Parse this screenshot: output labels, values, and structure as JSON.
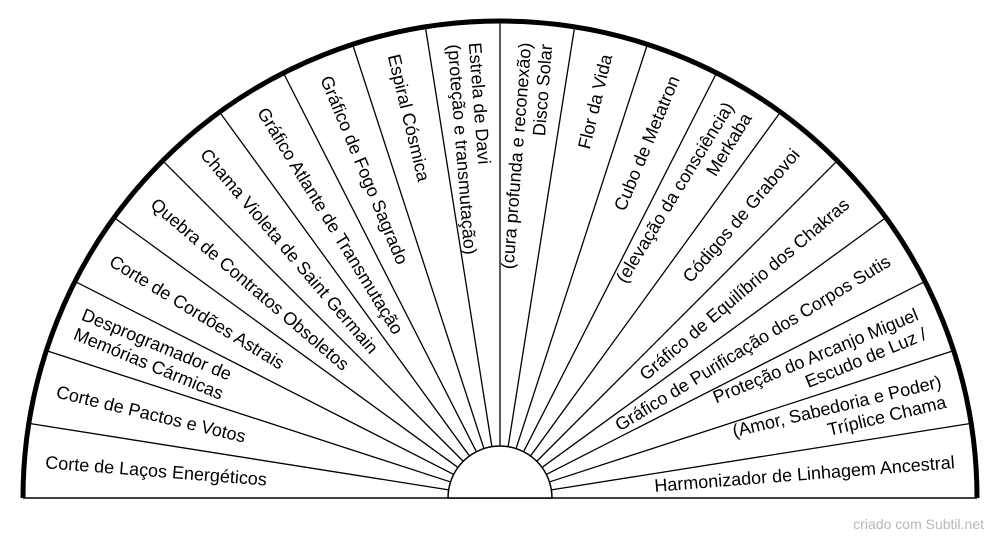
{
  "diagram": {
    "sectors": [
      [
        "Corte de Laços Energéticos"
      ],
      [
        "Corte de Pactos e Votos"
      ],
      [
        "Desprogramador de",
        "Memórias Cármicas"
      ],
      [
        "Corte de Cordões Astrais"
      ],
      [
        "Quebra de Contratos Obsoletos"
      ],
      [
        "Chama Violeta de Saint Germain"
      ],
      [
        "Gráfico Atlante de Transmutação"
      ],
      [
        "Gráfico de Fogo Sagrado"
      ],
      [
        "Espiral Cósmica"
      ],
      [
        "Estrela de Davi",
        "(proteção e transmutação)"
      ],
      [
        "Disco Solar",
        "(cura profunda e reconexão)"
      ],
      [
        "Flor da Vida"
      ],
      [
        "Cubo de Metatron"
      ],
      [
        "Merkaba",
        "(elevação da consciência)"
      ],
      [
        "Códigos de Grabovoi"
      ],
      [
        "Gráfico de Equilíbrio dos Chakras"
      ],
      [
        "Gráfico de Purificação dos Corpos Sutis"
      ],
      [
        "Escudo de Luz /",
        "Proteção do Arcanjo Miguel"
      ],
      [
        "Tríplice Chama",
        "(Amor, Sabedoria e Poder)"
      ],
      [
        "Harmonizador de Linhagem Ancestral"
      ]
    ]
  },
  "credit": "criado com Subtil.net"
}
